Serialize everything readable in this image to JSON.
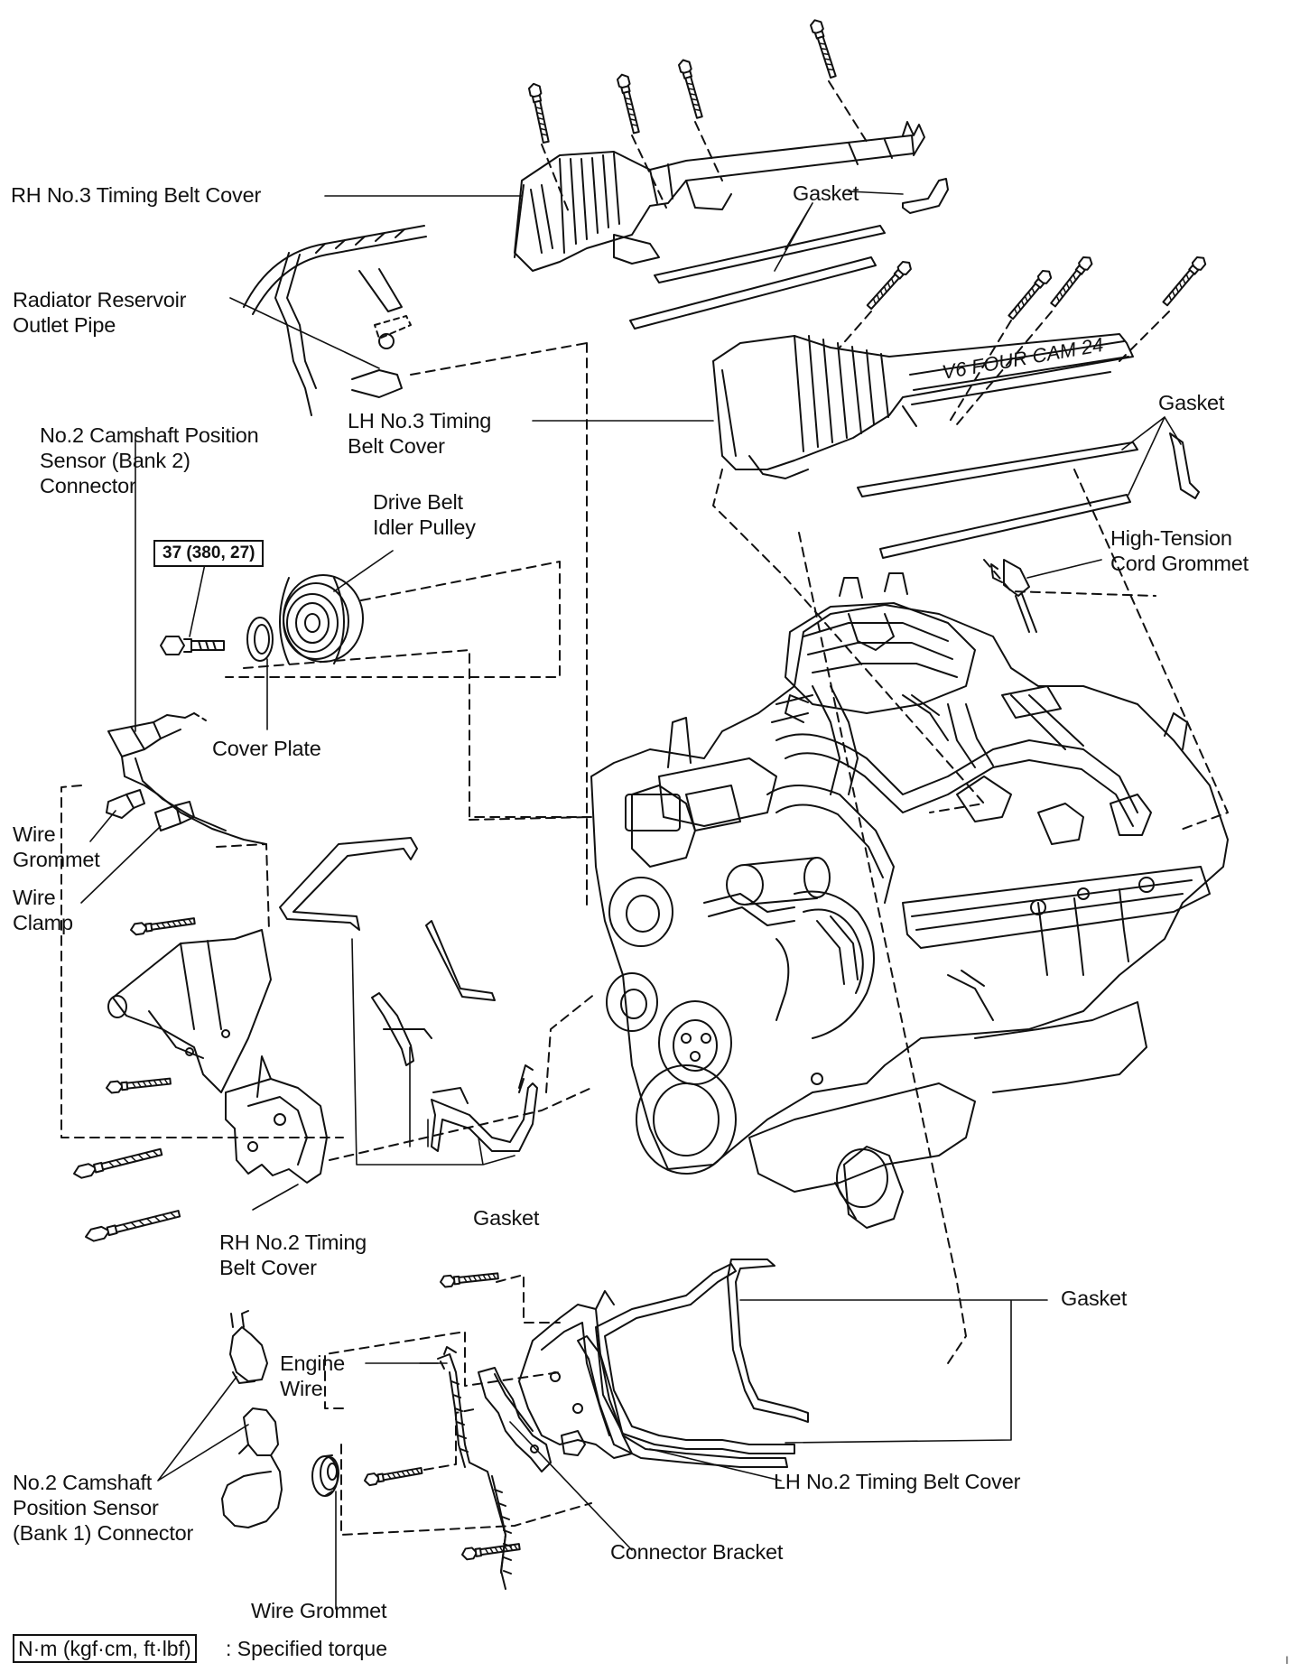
{
  "labels": {
    "rh_no3_cover": [
      "RH No.3 Timing Belt Cover"
    ],
    "gasket_top": [
      "Gasket"
    ],
    "radiator_pipe": [
      "Radiator Reservoir",
      "Outlet Pipe"
    ],
    "lh_no3_cover": [
      "LH No.3 Timing",
      "Belt Cover"
    ],
    "gasket_right": [
      "Gasket"
    ],
    "cam_sensor_bank2": [
      "No.2 Camshaft Position",
      "Sensor (Bank 2)",
      "Connector"
    ],
    "idler_pulley": [
      "Drive Belt",
      "Idler Pulley"
    ],
    "hv_grommet": [
      "High-Tension",
      "Cord Grommet"
    ],
    "cover_plate": [
      "Cover Plate"
    ],
    "wire_grommet_upper": [
      "Wire",
      "Grommet"
    ],
    "wire_clamp": [
      "Wire",
      "Clamp"
    ],
    "gasket_middle": [
      "Gasket"
    ],
    "rh_no2_cover": [
      "RH No.2 Timing",
      "Belt Cover"
    ],
    "gasket_lower_right": [
      "Gasket"
    ],
    "engine_wire": [
      "Engine",
      "Wire"
    ],
    "cam_sensor_bank1": [
      "No.2 Camshaft",
      "Position Sensor",
      "(Bank 1) Connector"
    ],
    "lh_no2_cover": [
      "LH No.2 Timing Belt Cover"
    ],
    "connector_bracket": [
      "Connector Bracket"
    ],
    "wire_grommet_lower": [
      "Wire Grommet"
    ]
  },
  "torque_spec": "37 (380, 27)",
  "engine_badge": "V6 FOUR CAM 24",
  "legend": {
    "unit_box": "N·m (kgf·cm, ft·lbf)",
    "text": ": Specified torque"
  },
  "corner_mark": "I"
}
